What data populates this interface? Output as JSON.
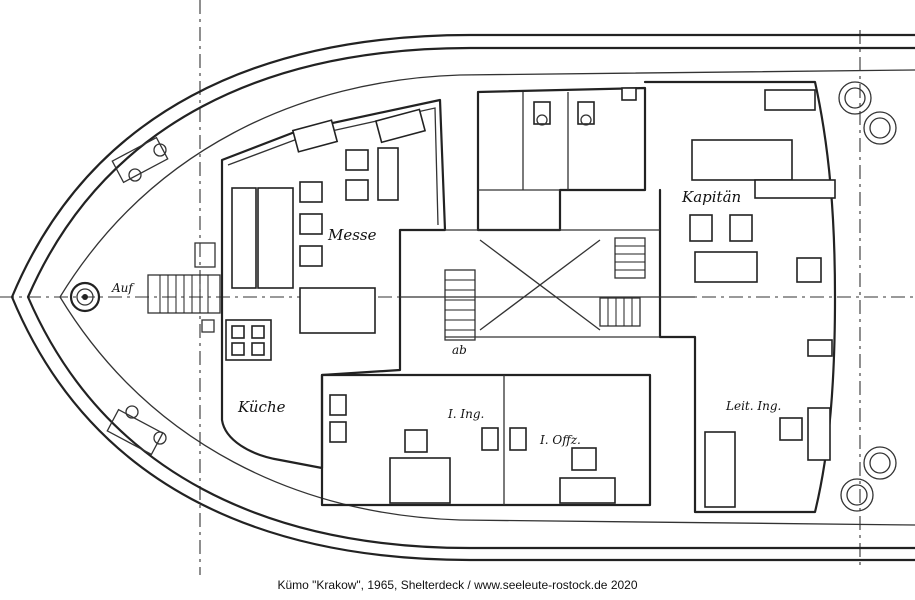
{
  "labels": {
    "messe": "Messe",
    "kueche": "Küche",
    "kapitaen": "Kapitän",
    "ing1": "I. Ing.",
    "offz1": "I. Offz.",
    "leit_ing": "Leit. Ing.",
    "auf": "Auf",
    "ab": "ab"
  },
  "caption": "Kümo \"Krakow\", 1965, Shelterdeck / www.seeleute-rostock.de 2020"
}
